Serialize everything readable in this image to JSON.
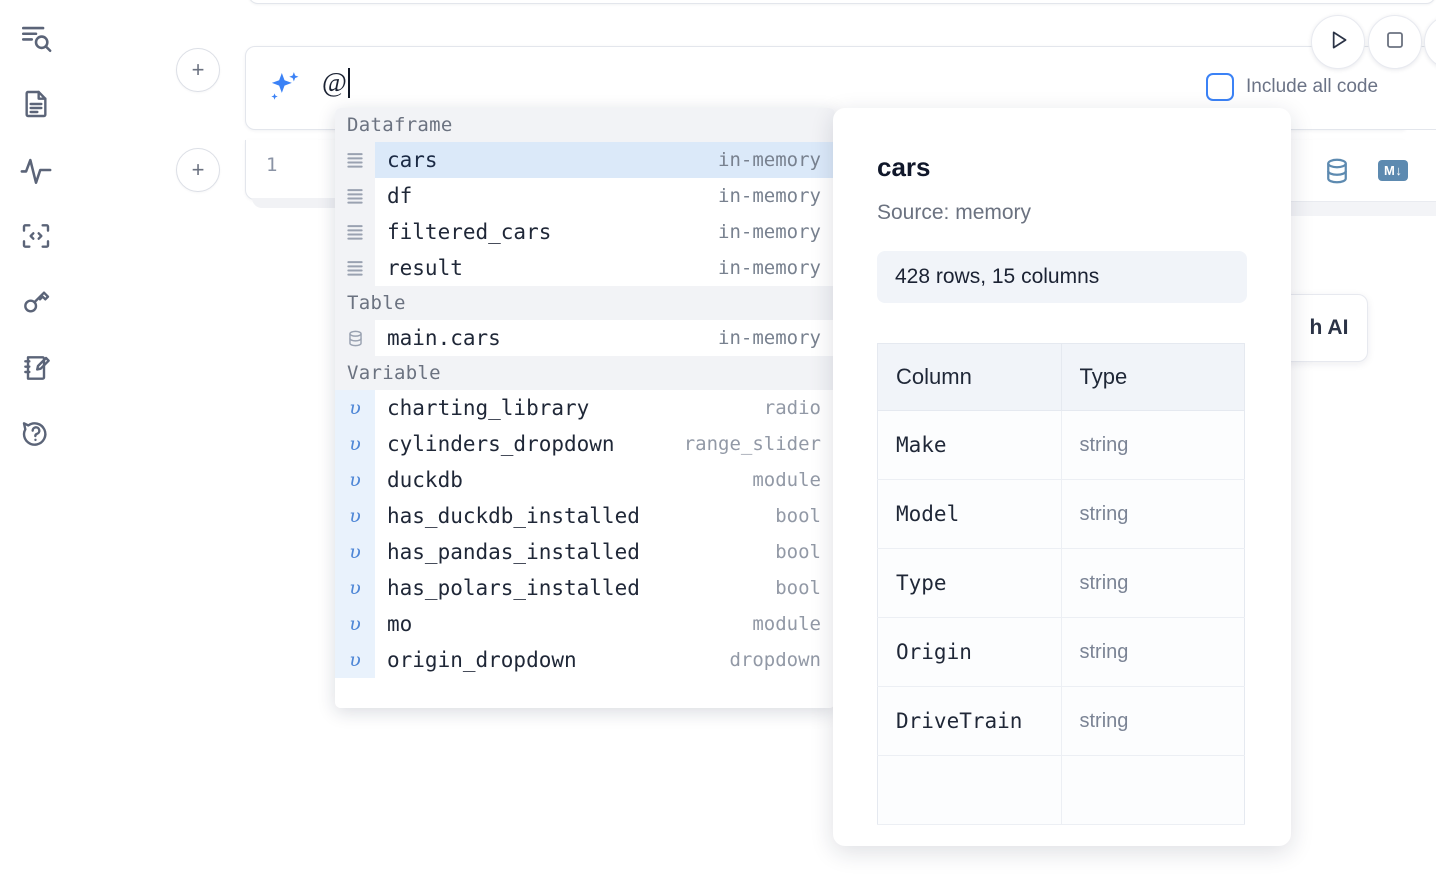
{
  "sidebar": {
    "items": [
      {
        "name": "explore-search-icon",
        "label": "Explore"
      },
      {
        "name": "file-text-icon",
        "label": "Notebook"
      },
      {
        "name": "activity-pulse-icon",
        "label": "Activity"
      },
      {
        "name": "code-brackets-icon",
        "label": "Snippets"
      },
      {
        "name": "key-icon",
        "label": "Secrets"
      },
      {
        "name": "notebook-edit-icon",
        "label": "Scratchpad"
      },
      {
        "name": "help-chat-icon",
        "label": "Help"
      }
    ]
  },
  "prompt": {
    "value": "@",
    "ai_icon": "sparkle-icon",
    "add_button_label": "+"
  },
  "cell": {
    "line_number": "1",
    "sql_icon": "database-icon",
    "markdown_icon": "markdown-icon",
    "markdown_label": "M↓"
  },
  "controls": {
    "include_all_code_label": "Include all code",
    "include_all_code_checked": false,
    "run_icon": "play-icon",
    "stop_icon": "stop-square-icon",
    "more_icon": "more-icon"
  },
  "ai_card": {
    "visible_text": "h AI"
  },
  "autocomplete": {
    "groups": [
      {
        "label": "Dataframe",
        "icon": "table-rows-icon",
        "kind": "dataframe",
        "items": [
          {
            "name": "cars",
            "type": "in-memory",
            "selected": true
          },
          {
            "name": "df",
            "type": "in-memory",
            "selected": false
          },
          {
            "name": "filtered_cars",
            "type": "in-memory",
            "selected": false
          },
          {
            "name": "result",
            "type": "in-memory",
            "selected": false
          }
        ]
      },
      {
        "label": "Table",
        "icon": "database-icon",
        "kind": "table",
        "items": [
          {
            "name": "main.cars",
            "type": "in-memory",
            "selected": false
          }
        ]
      },
      {
        "label": "Variable",
        "icon": "variable-upsilon-icon",
        "kind": "variable",
        "items": [
          {
            "name": "charting_library",
            "type": "radio",
            "selected": false
          },
          {
            "name": "cylinders_dropdown",
            "type": "range_slider",
            "selected": false
          },
          {
            "name": "duckdb",
            "type": "module",
            "selected": false
          },
          {
            "name": "has_duckdb_installed",
            "type": "bool",
            "selected": false
          },
          {
            "name": "has_pandas_installed",
            "type": "bool",
            "selected": false
          },
          {
            "name": "has_polars_installed",
            "type": "bool",
            "selected": false
          },
          {
            "name": "mo",
            "type": "module",
            "selected": false
          },
          {
            "name": "origin_dropdown",
            "type": "dropdown",
            "selected": false
          }
        ]
      }
    ]
  },
  "detail": {
    "title": "cars",
    "source": "Source: memory",
    "shape": "428 rows, 15 columns",
    "table": {
      "headers": [
        "Column",
        "Type"
      ],
      "rows": [
        {
          "column": "Make",
          "type": "string"
        },
        {
          "column": "Model",
          "type": "string"
        },
        {
          "column": "Type",
          "type": "string"
        },
        {
          "column": "Origin",
          "type": "string"
        },
        {
          "column": "DriveTrain",
          "type": "string"
        }
      ]
    }
  },
  "colors": {
    "accent_blue": "#3b82f6",
    "selection_blue": "#dbe9f9",
    "variable_blue": "#4d86d6",
    "toolbar_blue": "#5d8ab0",
    "text_dark": "#1f2737",
    "text_muted": "#6b7280"
  }
}
